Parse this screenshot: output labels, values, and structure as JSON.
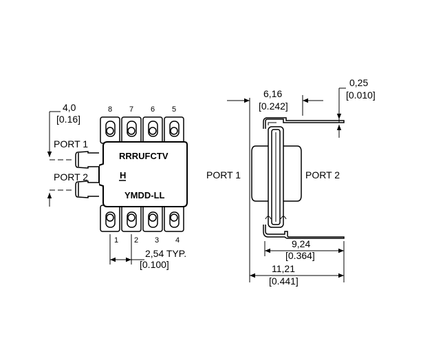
{
  "front_view": {
    "marking_line1": "RRRUFCTV",
    "marking_line2": "H",
    "marking_line3": "YMDD-LL",
    "port1_label": "PORT 1",
    "port2_label": "PORT 2",
    "top_pins": [
      "8",
      "7",
      "6",
      "5"
    ],
    "bottom_pins": [
      "1",
      "2",
      "3",
      "4"
    ],
    "dim_port_spacing_mm": "4,0",
    "dim_port_spacing_in": "[0.16]",
    "dim_pin_pitch_mm": "2,54 TYP.",
    "dim_pin_pitch_in": "[0.100]"
  },
  "side_view": {
    "port1_label": "PORT 1",
    "port2_label": "PORT 2",
    "dim_body_mm": "6,16",
    "dim_body_in": "[0.242]",
    "dim_lead_thickness_mm": "0,25",
    "dim_lead_thickness_in": "[0.010]",
    "dim_lead_span_mm": "9,24",
    "dim_lead_span_in": "[0.364]",
    "dim_overall_mm": "11,21",
    "dim_overall_in": "[0.441]"
  }
}
